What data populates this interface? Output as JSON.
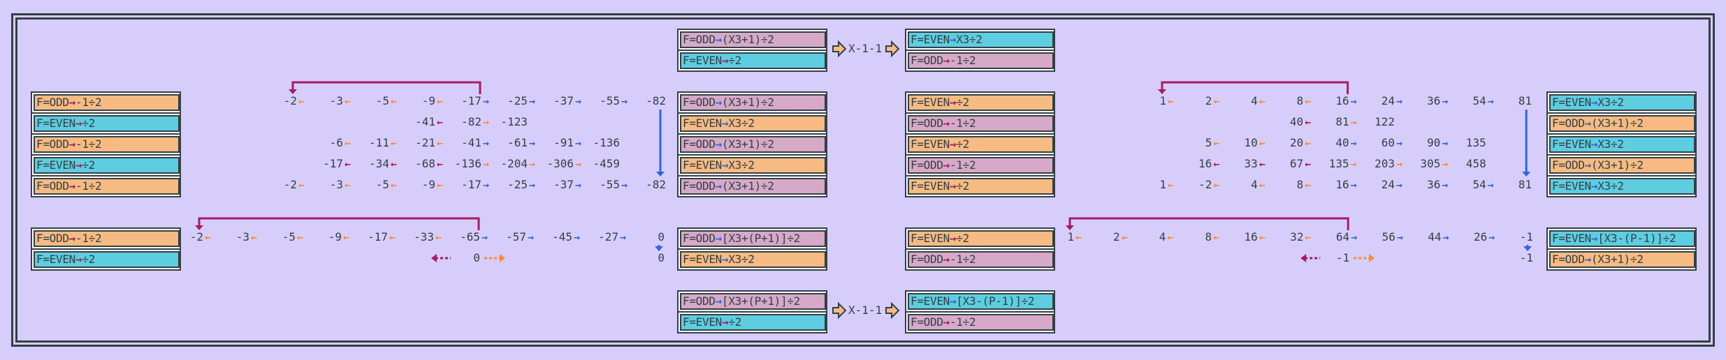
{
  "colors": {
    "background": "#d7cdfb",
    "ink": "#343f45",
    "orange": "#f5bb83",
    "cyan": "#5ecde0",
    "pink": "#d6a9c8",
    "arrow_orange": "#f98a3a",
    "arrow_blue": "#2f66d8",
    "arrow_magenta": "#a61c63",
    "transform_arrow": "#f5bb83"
  },
  "boxes": {
    "top_left": [
      {
        "cond": "F=ODD",
        "op": "(X3+1)÷2",
        "fill": "pink",
        "arrow": "blue"
      },
      {
        "cond": "F=EVEN",
        "op": "÷2",
        "fill": "cyan",
        "arrow": "magenta"
      }
    ],
    "top_right": [
      {
        "cond": "F=EVEN",
        "op": "X3÷2",
        "fill": "cyan",
        "arrow": "blue"
      },
      {
        "cond": "F=ODD",
        "op": "-1÷2",
        "fill": "pink",
        "arrow": "magenta"
      }
    ],
    "upper_col1": [
      {
        "cond": "F=ODD",
        "op": "-1÷2",
        "fill": "orange",
        "arrow": "magenta"
      },
      {
        "cond": "F=EVEN",
        "op": "÷2",
        "fill": "cyan",
        "arrow": "magenta"
      },
      {
        "cond": "F=ODD",
        "op": "-1÷2",
        "fill": "orange",
        "arrow": "magenta"
      },
      {
        "cond": "F=EVEN",
        "op": "÷2",
        "fill": "cyan",
        "arrow": "magenta"
      },
      {
        "cond": "F=ODD",
        "op": "-1÷2",
        "fill": "orange",
        "arrow": "magenta"
      }
    ],
    "upper_col2": [
      {
        "cond": "F=ODD",
        "op": "(X3+1)÷2",
        "fill": "pink",
        "arrow": "blue"
      },
      {
        "cond": "F=EVEN",
        "op": "X3÷2",
        "fill": "orange",
        "arrow": "blue"
      },
      {
        "cond": "F=ODD",
        "op": "(X3+1)÷2",
        "fill": "pink",
        "arrow": "blue"
      },
      {
        "cond": "F=EVEN",
        "op": "X3÷2",
        "fill": "orange",
        "arrow": "blue"
      },
      {
        "cond": "F=ODD",
        "op": "(X3+1)÷2",
        "fill": "pink",
        "arrow": "blue"
      }
    ],
    "upper_col3": [
      {
        "cond": "F=EVEN",
        "op": "÷2",
        "fill": "orange",
        "arrow": "magenta"
      },
      {
        "cond": "F=ODD",
        "op": "-1÷2",
        "fill": "pink",
        "arrow": "magenta"
      },
      {
        "cond": "F=EVEN",
        "op": "÷2",
        "fill": "orange",
        "arrow": "magenta"
      },
      {
        "cond": "F=ODD",
        "op": "-1÷2",
        "fill": "pink",
        "arrow": "magenta"
      },
      {
        "cond": "F=EVEN",
        "op": "÷2",
        "fill": "orange",
        "arrow": "magenta"
      }
    ],
    "upper_col4": [
      {
        "cond": "F=EVEN",
        "op": "X3÷2",
        "fill": "cyan",
        "arrow": "blue"
      },
      {
        "cond": "F=ODD",
        "op": "(X3+1)÷2",
        "fill": "orange",
        "arrow": "blue"
      },
      {
        "cond": "F=EVEN",
        "op": "X3÷2",
        "fill": "cyan",
        "arrow": "blue"
      },
      {
        "cond": "F=ODD",
        "op": "(X3+1)÷2",
        "fill": "orange",
        "arrow": "blue"
      },
      {
        "cond": "F=EVEN",
        "op": "X3÷2",
        "fill": "cyan",
        "arrow": "blue"
      }
    ],
    "lower_col1": [
      {
        "cond": "F=ODD",
        "op": "-1÷2",
        "fill": "orange",
        "arrow": "magenta"
      },
      {
        "cond": "F=EVEN",
        "op": "÷2",
        "fill": "cyan",
        "arrow": "magenta"
      }
    ],
    "lower_col2": [
      {
        "cond": "F=ODD",
        "op": "[X3+(P+1)]÷2",
        "fill": "pink",
        "arrow": "blue"
      },
      {
        "cond": "F=EVEN",
        "op": "X3÷2",
        "fill": "orange",
        "arrow": "blue"
      }
    ],
    "lower_col3": [
      {
        "cond": "F=EVEN",
        "op": "÷2",
        "fill": "orange",
        "arrow": "magenta"
      },
      {
        "cond": "F=ODD",
        "op": "-1÷2",
        "fill": "pink",
        "arrow": "magenta"
      }
    ],
    "lower_col4": [
      {
        "cond": "F=EVEN",
        "op": "[X3-(P-1)]÷2",
        "fill": "cyan",
        "arrow": "blue"
      },
      {
        "cond": "F=ODD",
        "op": "(X3+1)÷2",
        "fill": "orange",
        "arrow": "blue"
      }
    ],
    "bottom_left": [
      {
        "cond": "F=ODD",
        "op": "[X3+(P+1)]÷2",
        "fill": "pink",
        "arrow": "blue"
      },
      {
        "cond": "F=EVEN",
        "op": "÷2",
        "fill": "cyan",
        "arrow": "magenta"
      }
    ],
    "bottom_right": [
      {
        "cond": "F=EVEN",
        "op": "[X3-(P-1)]÷2",
        "fill": "cyan",
        "arrow": "blue"
      },
      {
        "cond": "F=ODD",
        "op": "-1÷2",
        "fill": "pink",
        "arrow": "magenta"
      }
    ]
  },
  "transforms": {
    "top": "X-1-1",
    "bottom": "X-1-1"
  },
  "sequences": {
    "upper_left": [
      {
        "start": 0,
        "cells": [
          [
            "-2",
            "lo"
          ],
          [
            "-3",
            "lo"
          ],
          [
            "-5",
            "lo"
          ],
          [
            "-9",
            "lo"
          ],
          [
            "-17",
            "rb"
          ],
          [
            "-25",
            "rb"
          ],
          [
            "-37",
            "rb"
          ],
          [
            "-55",
            "rb"
          ],
          [
            "-82",
            ""
          ]
        ]
      },
      {
        "start": 3,
        "cells": [
          [
            "-41",
            "lm"
          ],
          [
            "-82",
            "ro"
          ],
          [
            "-123",
            ""
          ]
        ]
      },
      {
        "start": 1,
        "cells": [
          [
            "-6",
            "lo"
          ],
          [
            "-11",
            "lo"
          ],
          [
            "-21",
            "lo"
          ],
          [
            "-41",
            "rb"
          ],
          [
            "-61",
            "rb"
          ],
          [
            "-91",
            "rb"
          ],
          [
            "-136",
            ""
          ]
        ]
      },
      {
        "start": 1,
        "cells": [
          [
            "-17",
            "lm"
          ],
          [
            "-34",
            "lm"
          ],
          [
            "-68",
            "lm"
          ],
          [
            "-136",
            "ro"
          ],
          [
            "-204",
            "ro"
          ],
          [
            "-306",
            "ro"
          ],
          [
            "-459",
            ""
          ]
        ]
      },
      {
        "start": 0,
        "cells": [
          [
            "-2",
            "lo"
          ],
          [
            "-3",
            "lo"
          ],
          [
            "-5",
            "lo"
          ],
          [
            "-9",
            "lo"
          ],
          [
            "-17",
            "rb"
          ],
          [
            "-25",
            "rb"
          ],
          [
            "-37",
            "rb"
          ],
          [
            "-55",
            "rb"
          ],
          [
            "-82",
            ""
          ]
        ]
      }
    ],
    "upper_right": [
      {
        "start": 0,
        "cells": [
          [
            "1",
            "lo"
          ],
          [
            "2",
            "lo"
          ],
          [
            "4",
            "lo"
          ],
          [
            "8",
            "lo"
          ],
          [
            "16",
            "rb"
          ],
          [
            "24",
            "rb"
          ],
          [
            "36",
            "rb"
          ],
          [
            "54",
            "rb"
          ],
          [
            "81",
            ""
          ]
        ]
      },
      {
        "start": 3,
        "cells": [
          [
            "40",
            "lm"
          ],
          [
            "81",
            "ro"
          ],
          [
            "122",
            ""
          ]
        ]
      },
      {
        "start": 1,
        "cells": [
          [
            "5",
            "lo"
          ],
          [
            "10",
            "lo"
          ],
          [
            "20",
            "lo"
          ],
          [
            "40",
            "rb"
          ],
          [
            "60",
            "rb"
          ],
          [
            "90",
            "rb"
          ],
          [
            "135",
            ""
          ]
        ]
      },
      {
        "start": 1,
        "cells": [
          [
            "16",
            "lm"
          ],
          [
            "33",
            "lm"
          ],
          [
            "67",
            "lm"
          ],
          [
            "135",
            "ro"
          ],
          [
            "203",
            "ro"
          ],
          [
            "305",
            "ro"
          ],
          [
            "458",
            ""
          ]
        ]
      },
      {
        "start": 0,
        "cells": [
          [
            "1",
            "lo"
          ],
          [
            "-2",
            "lo"
          ],
          [
            "4",
            "lo"
          ],
          [
            "8",
            "lo"
          ],
          [
            "16",
            "rb"
          ],
          [
            "24",
            "rb"
          ],
          [
            "36",
            "rb"
          ],
          [
            "54",
            "rb"
          ],
          [
            "81",
            ""
          ]
        ]
      }
    ],
    "lower_left": [
      {
        "start": 0,
        "cells": [
          [
            "-2",
            "lo"
          ],
          [
            "-3",
            "lo"
          ],
          [
            "-5",
            "lo"
          ],
          [
            "-9",
            "lo"
          ],
          [
            "-17",
            "lo"
          ],
          [
            "-33",
            "lo"
          ],
          [
            "-65",
            "rb"
          ],
          [
            "-57",
            "rb"
          ],
          [
            "-45",
            "rb"
          ],
          [
            "-27",
            "rb"
          ],
          [
            "0",
            ""
          ]
        ]
      },
      {
        "start": 6,
        "cells": [
          [
            "0",
            "dash"
          ]
        ]
      },
      {
        "start": 10,
        "cells": [
          [
            "0",
            ""
          ]
        ]
      }
    ],
    "lower_right": [
      {
        "start": 0,
        "cells": [
          [
            "1",
            "lo"
          ],
          [
            "2",
            "lo"
          ],
          [
            "4",
            "lo"
          ],
          [
            "8",
            "lo"
          ],
          [
            "16",
            "lo"
          ],
          [
            "32",
            "lo"
          ],
          [
            "64",
            "rb"
          ],
          [
            "56",
            "rb"
          ],
          [
            "44",
            "rb"
          ],
          [
            "26",
            "rb"
          ],
          [
            "-1",
            ""
          ]
        ]
      },
      {
        "start": 6,
        "cells": [
          [
            "-1",
            "dash"
          ]
        ]
      },
      {
        "start": 10,
        "cells": [
          [
            "-1",
            ""
          ]
        ]
      }
    ]
  }
}
